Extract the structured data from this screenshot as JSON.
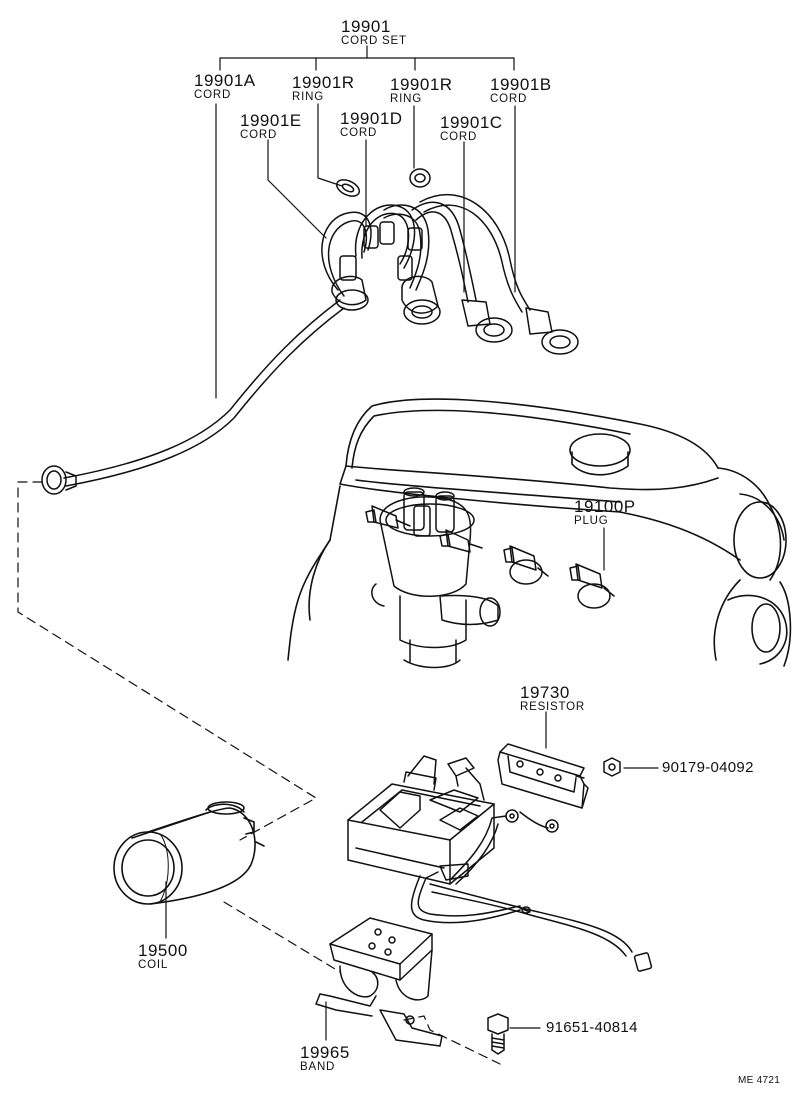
{
  "diagram": {
    "code": "ME 4721",
    "callouts": [
      {
        "id": "cord-set",
        "part_no": "19901",
        "name": "CORD SET"
      },
      {
        "id": "cord-a",
        "part_no": "19901A",
        "name": "CORD"
      },
      {
        "id": "ring-1",
        "part_no": "19901R",
        "name": "RING"
      },
      {
        "id": "ring-2",
        "part_no": "19901R",
        "name": "RING"
      },
      {
        "id": "cord-b",
        "part_no": "19901B",
        "name": "CORD"
      },
      {
        "id": "cord-e",
        "part_no": "19901E",
        "name": "CORD"
      },
      {
        "id": "cord-d",
        "part_no": "19901D",
        "name": "CORD"
      },
      {
        "id": "cord-c",
        "part_no": "19901C",
        "name": "CORD"
      },
      {
        "id": "plug",
        "part_no": "19100P",
        "name": "PLUG"
      },
      {
        "id": "resistor",
        "part_no": "19730",
        "name": "RESISTOR"
      },
      {
        "id": "coil",
        "part_no": "19500",
        "name": "COIL"
      },
      {
        "id": "band",
        "part_no": "19965",
        "name": "BAND"
      }
    ],
    "side_callouts": [
      {
        "id": "nut",
        "part_no": "90179-04092"
      },
      {
        "id": "bolt",
        "part_no": "91651-40814"
      }
    ]
  }
}
